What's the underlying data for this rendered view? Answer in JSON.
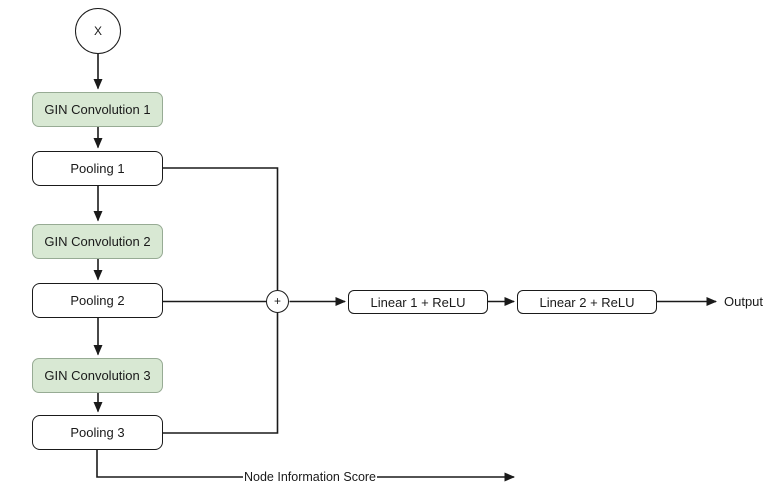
{
  "diagram": {
    "description": "GIN graph neural network architecture flowchart",
    "colors": {
      "conv_fill": "#d8e8d3",
      "conv_border": "#97ab94",
      "box_fill": "#ffffff",
      "box_border": "#1a1a1a",
      "line": "#1a1a1a",
      "background": "#ffffff",
      "text": "#1a1a1a"
    },
    "nodes": {
      "input": "X",
      "gin1": "GIN Convolution 1",
      "pool1": "Pooling 1",
      "gin2": "GIN Convolution 2",
      "pool2": "Pooling 2",
      "gin3": "GIN Convolution 3",
      "pool3": "Pooling 3",
      "sum": "+",
      "linear1": "Linear 1 + ReLU",
      "linear2": "Linear 2 + ReLU"
    },
    "labels": {
      "output": "Output",
      "node_info_score": "Node Information Score"
    },
    "edges": [
      "input -> gin1",
      "gin1 -> pool1",
      "pool1 -> gin2",
      "gin2 -> pool2",
      "pool2 -> gin3",
      "gin3 -> pool3",
      "pool1 -> sum",
      "pool2 -> sum",
      "pool3 -> sum",
      "sum -> linear1",
      "linear1 -> linear2",
      "linear2 -> output",
      "pool3 -> node_info_score"
    ]
  }
}
